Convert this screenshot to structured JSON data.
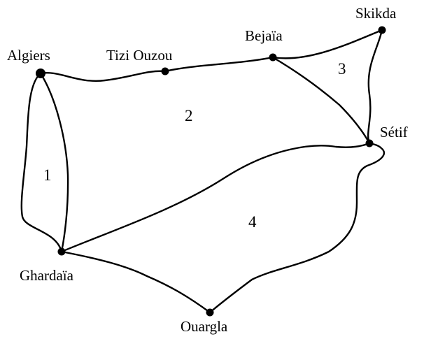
{
  "cities": {
    "algiers": "Algiers",
    "tizi_ouzou": "Tizi Ouzou",
    "bejaia": "Bejaïa",
    "skikda": "Skikda",
    "setif": "Sétif",
    "ghardaia": "Ghardaïa",
    "ouargla": "Ouargla"
  },
  "regions": {
    "r1": "1",
    "r2": "2",
    "r3": "3",
    "r4": "4"
  },
  "colors": {
    "ink": "#000000",
    "background": "#ffffff"
  }
}
